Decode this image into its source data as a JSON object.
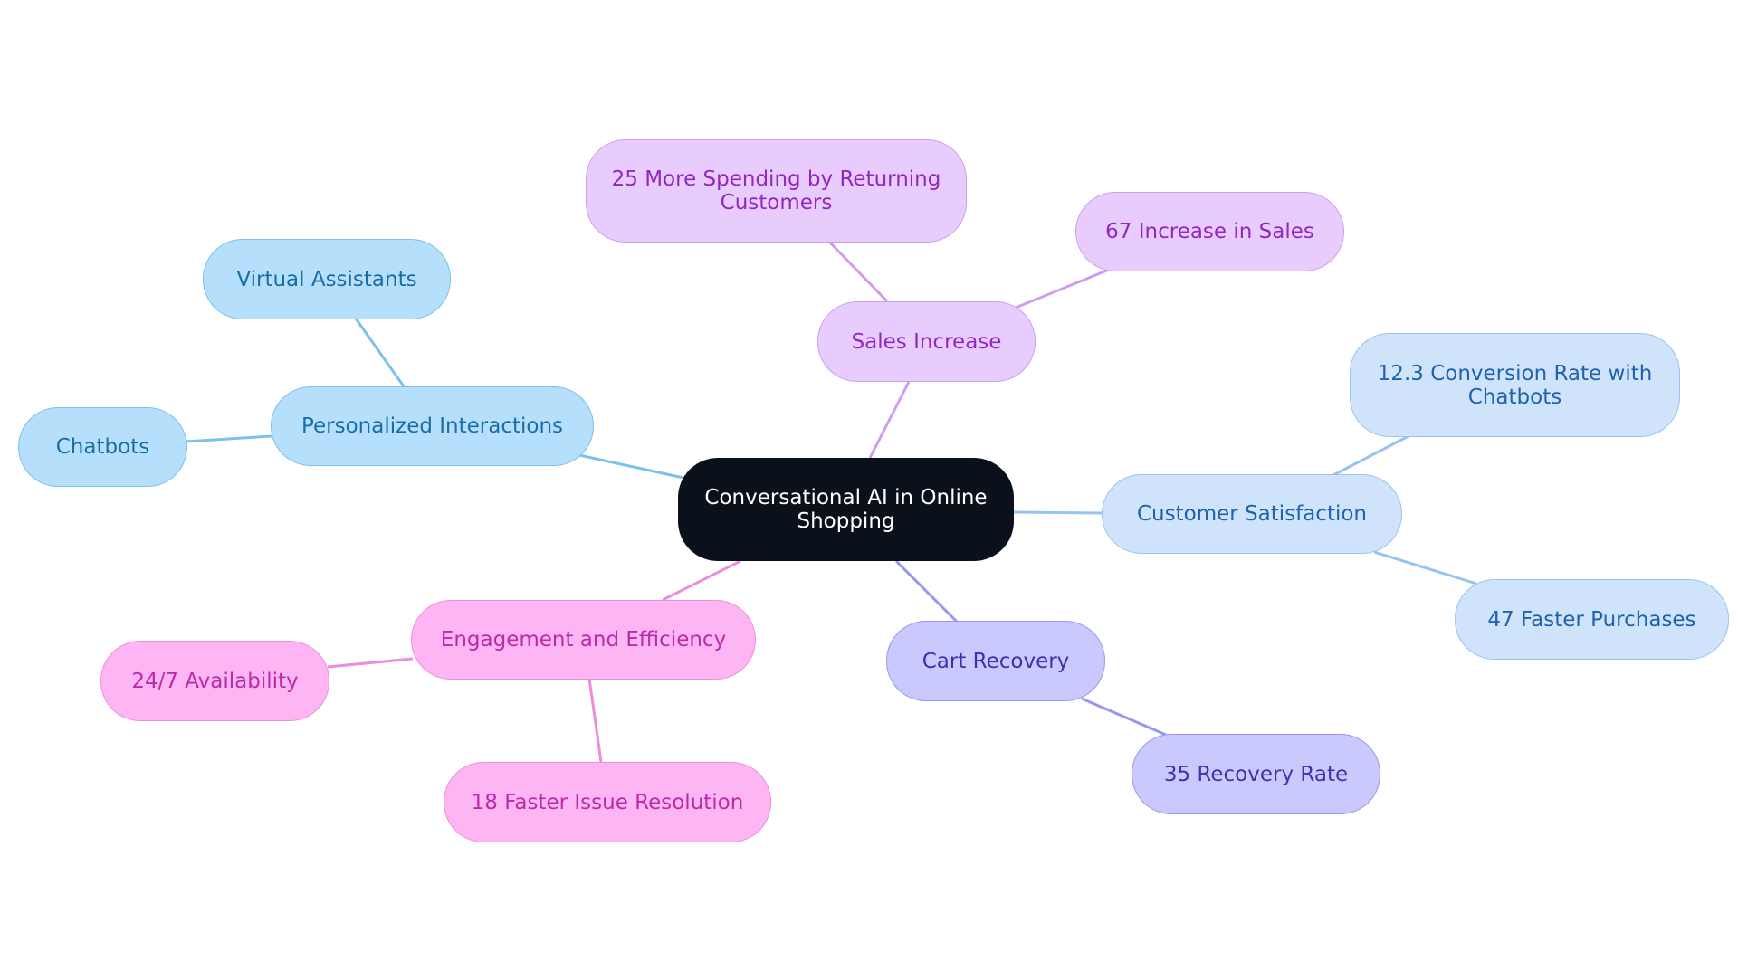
{
  "root": {
    "label": "Conversational AI in Online Shopping"
  },
  "branches": {
    "sales": {
      "label": "Sales Increase",
      "children": [
        "25 More Spending by Returning Customers",
        "67 Increase in Sales"
      ]
    },
    "personalized": {
      "label": "Personalized Interactions",
      "children": [
        "Virtual Assistants",
        "Chatbots"
      ]
    },
    "satisfaction": {
      "label": "Customer Satisfaction",
      "children": [
        "12.3 Conversion Rate with Chatbots",
        "47 Faster Purchases"
      ]
    },
    "cart": {
      "label": "Cart Recovery",
      "children": [
        "35 Recovery Rate"
      ]
    },
    "engagement": {
      "label": "Engagement and Efficiency",
      "children": [
        "24/7 Availability",
        "18 Faster Issue Resolution"
      ]
    }
  },
  "colors": {
    "root_fill": "#0b111b",
    "sales": "#e8ccfd",
    "personalized": "#b5dffb",
    "satisfaction": "#cfe4fb",
    "cart": "#c9c9fd",
    "engagement": "#fdb6f3"
  }
}
